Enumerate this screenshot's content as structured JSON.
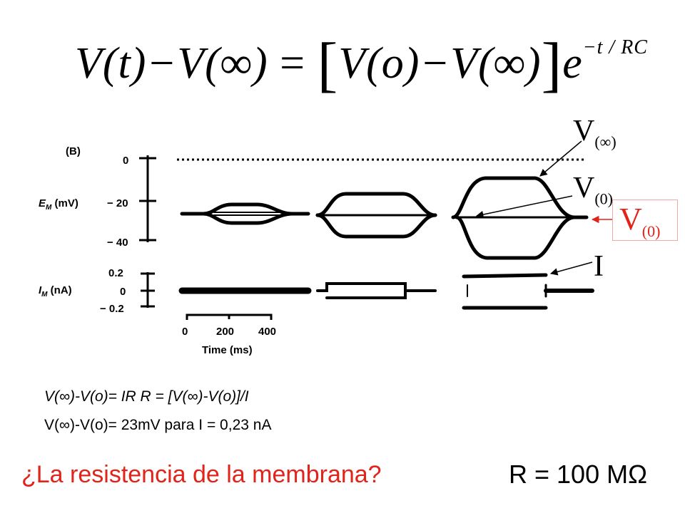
{
  "equation": {
    "lhs": "V(t)−V(∞)",
    "eq": " = ",
    "open": "[",
    "inner": "V(o)−V(∞)",
    "close": "]",
    "base": "e",
    "exponent": "−t / RC"
  },
  "figure": {
    "panel": "(B)",
    "em_label": "E",
    "em_sub": "M",
    "em_unit": " (mV)",
    "em_ticks": [
      "0",
      "− 20",
      "− 40"
    ],
    "im_label": "I",
    "im_sub": "M",
    "im_unit": " (nA)",
    "im_ticks": [
      "0.2",
      "0",
      "− 0.2"
    ],
    "time_ticks": [
      "0",
      "200",
      "400"
    ],
    "time_label": "Time (ms)"
  },
  "annotations": {
    "v_inf": {
      "main": "V",
      "sub": "(∞)"
    },
    "v0": {
      "main": "V",
      "sub": "(0)"
    },
    "v0_red": {
      "main": "V",
      "sub": "(0)"
    },
    "current": "I"
  },
  "text_lines": {
    "line1": "V(∞)-V(o)= IR  R = [V(∞)-V(o)]/I",
    "line2": "V(∞)-V(o)=  23mV para I = 0,23 nA"
  },
  "question": "¿La resistencia de la membrana?",
  "answer": "R = 100 MΩ",
  "colors": {
    "red": "#e2231a",
    "black": "#000000"
  }
}
